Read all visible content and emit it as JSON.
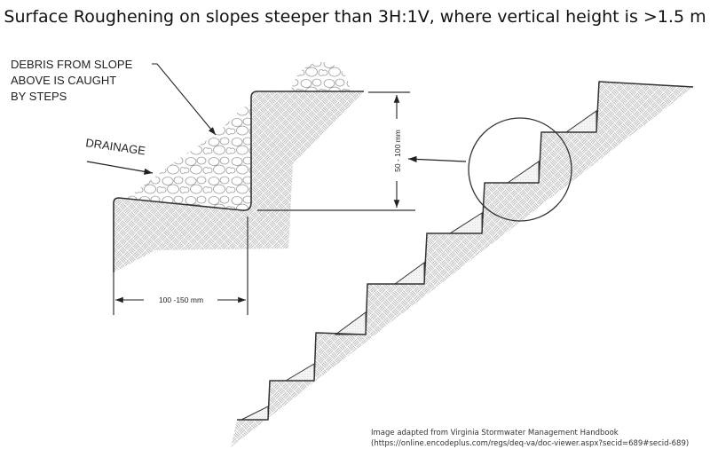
{
  "title": "Surface Roughening on slopes steeper than 3H:1V, where vertical height is >1.5 m",
  "labels": {
    "debris_line1": "DEBRIS FROM SLOPE",
    "debris_line2": "ABOVE IS CAUGHT",
    "debris_line3": "BY STEPS",
    "drainage": "DRAINAGE",
    "step_height": "50 - 100 mm",
    "step_width": "100 -150 mm"
  },
  "credit": {
    "line1": "Image adapted from Virginia Stormwater Management Handbook",
    "line2": "(https://online.encodeplus.com/regs/deq-va/doc-viewer.aspx?secid=689#secid-689)"
  },
  "colors": {
    "line": "#333333",
    "hatch": "#b8b8b8",
    "text": "#222222"
  }
}
